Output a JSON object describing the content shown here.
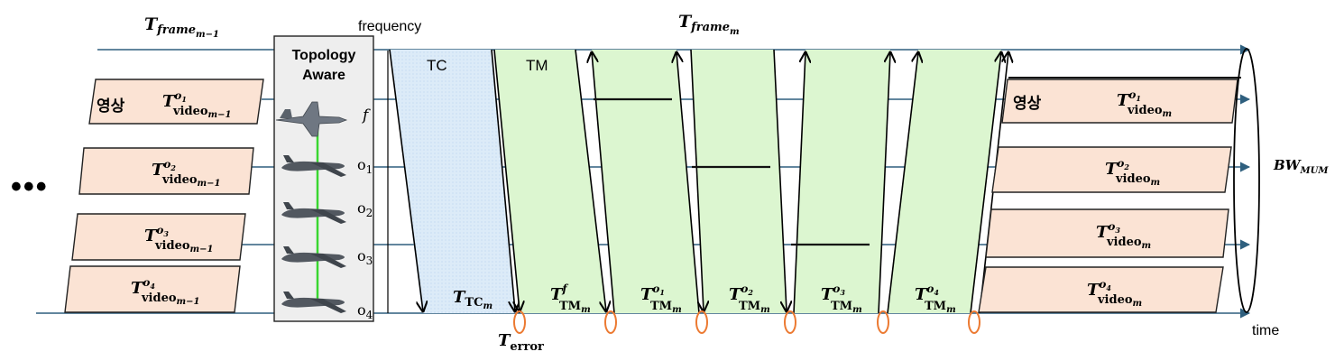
{
  "frame_prev_label": {
    "base": "T",
    "sub": "frame",
    "subsub": "m−1"
  },
  "frame_cur_label": {
    "base": "T",
    "sub": "frame",
    "subsub": "m"
  },
  "axis": {
    "frequency": "frequency",
    "time": "time"
  },
  "topology": {
    "line1": "Topology",
    "line2": "Aware"
  },
  "nodes": {
    "f": "f",
    "o1": "o",
    "o1n": "1",
    "o2": "o",
    "o2n": "2",
    "o3": "o",
    "o3n": "3",
    "o4": "o",
    "o4n": "4"
  },
  "korean_video": "영상",
  "ellipsis": "•••",
  "tc_label": "TC",
  "tm_label": "TM",
  "prev_videos": [
    {
      "base": "T",
      "sup": "o",
      "supn": "1",
      "sub": "video",
      "subsub": "m−1"
    },
    {
      "base": "T",
      "sup": "o",
      "supn": "2",
      "sub": "video",
      "subsub": "m−1"
    },
    {
      "base": "T",
      "sup": "o",
      "supn": "3",
      "sub": "video",
      "subsub": "m−1"
    },
    {
      "base": "T",
      "sup": "o",
      "supn": "4",
      "sub": "video",
      "subsub": "m−1"
    }
  ],
  "cur_videos": [
    {
      "base": "T",
      "sup": "o",
      "supn": "1",
      "sub": "video",
      "subsub": "m"
    },
    {
      "base": "T",
      "sup": "o",
      "supn": "2",
      "sub": "video",
      "subsub": "m"
    },
    {
      "base": "T",
      "sup": "o",
      "supn": "3",
      "sub": "video",
      "subsub": "m"
    },
    {
      "base": "T",
      "sup": "o",
      "supn": "4",
      "sub": "video",
      "subsub": "m"
    }
  ],
  "tc_time": {
    "base": "T",
    "sub": "TC",
    "subsub": "m"
  },
  "tm_f": {
    "base": "T",
    "sup": "f",
    "sub": "TM",
    "subsub": "m"
  },
  "tm_o1": {
    "base": "T",
    "sup": "o",
    "supn": "1",
    "sub": "TM",
    "subsub": "m"
  },
  "tm_o2": {
    "base": "T",
    "sup": "o",
    "supn": "2",
    "sub": "TM",
    "subsub": "m"
  },
  "tm_o3": {
    "base": "T",
    "sup": "o",
    "supn": "3",
    "sub": "TM",
    "subsub": "m"
  },
  "tm_o4": {
    "base": "T",
    "sup": "o",
    "supn": "4",
    "sub": "TM",
    "subsub": "m"
  },
  "error_label": {
    "base": "T",
    "sub": "error"
  },
  "bw_label": {
    "base": "BW",
    "sub": "MUM"
  },
  "colors": {
    "axis_line": "#2e5f7e",
    "video_fill": "#fbe3d4",
    "tc_fill": "#dcebf8",
    "tm_fill": "#dcf6d0",
    "topology_fill": "#eeeeee",
    "error_loop": "#ec7a32",
    "link_green": "#39d630"
  }
}
